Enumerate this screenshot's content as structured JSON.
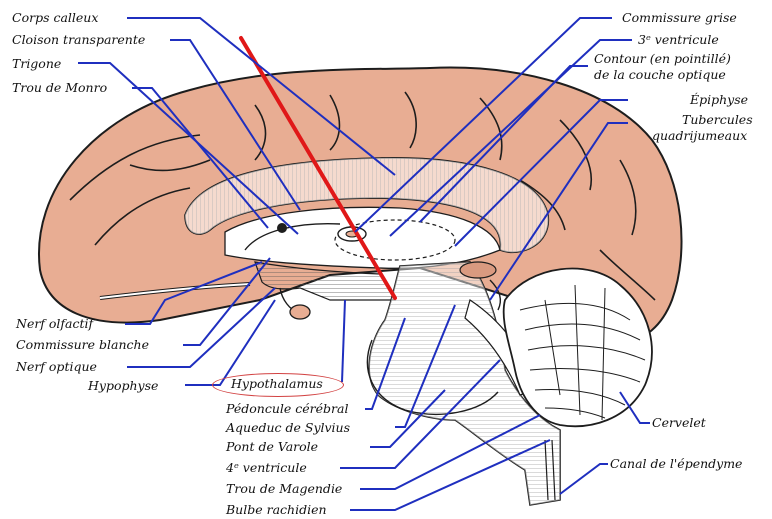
{
  "labels_left": {
    "corps_calleux": "Corps calleux",
    "cloison_transparente": "Cloison transparente",
    "trigone": "Trigone",
    "trou_de_monro": "Trou de Monro",
    "nerf_olfactif": "Nerf olfactif",
    "commissure_blanche": "Commissure blanche",
    "nerf_optique": "Nerf optique",
    "hypophyse": "Hypophyse"
  },
  "labels_right": {
    "commissure_grise": "Commissure grise",
    "troisieme_ventricule": "3ᵉ ventricule",
    "contour_line1": "Contour (en pointillé)",
    "contour_line2": "de la couche optique",
    "epiphyse": "Épiphyse",
    "tubercules_line1": "Tubercules",
    "tubercules_line2": "quadrijumeaux",
    "cervelet": "Cervelet",
    "canal_ependyme": "Canal de l'épendyme"
  },
  "labels_bottom": {
    "hypothalamus": "Hypothalamus",
    "pedoncule_cerebral": "Pédoncule cérébral",
    "aqueduc_sylvius": "Aqueduc de Sylvius",
    "pont_varole": "Pont de Varole",
    "quatrieme_ventricule": "4ᵉ ventricule",
    "trou_magendie": "Trou de Magendie",
    "bulbe_rachidien": "Bulbe rachidien"
  },
  "colors": {
    "cortex": "#e8ad93",
    "cortex_dark": "#d99a80",
    "sulcus": "#1d1d1d",
    "leader": "#1f2fbf",
    "highlight_line": "#e01818",
    "highlight_ring": "#d24242",
    "white_matter": "#ffffff"
  }
}
